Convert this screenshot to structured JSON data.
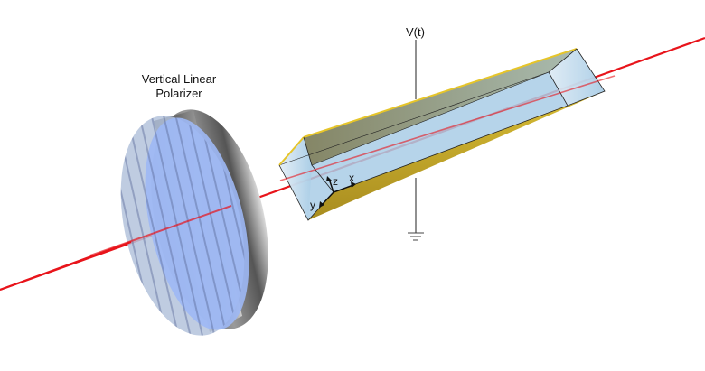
{
  "labels": {
    "polarizer_line1": "Vertical Linear",
    "polarizer_line2": "Polarizer",
    "voltage": "V(t)",
    "axis_x": "x",
    "axis_y": "y",
    "axis_z": "z"
  },
  "colors": {
    "laser": "#e8141b",
    "crystal": "#a9cde6",
    "electrode": "#c9a82a",
    "polarizer_face": "#9db8f5",
    "polarizer_rim": "#555555"
  }
}
